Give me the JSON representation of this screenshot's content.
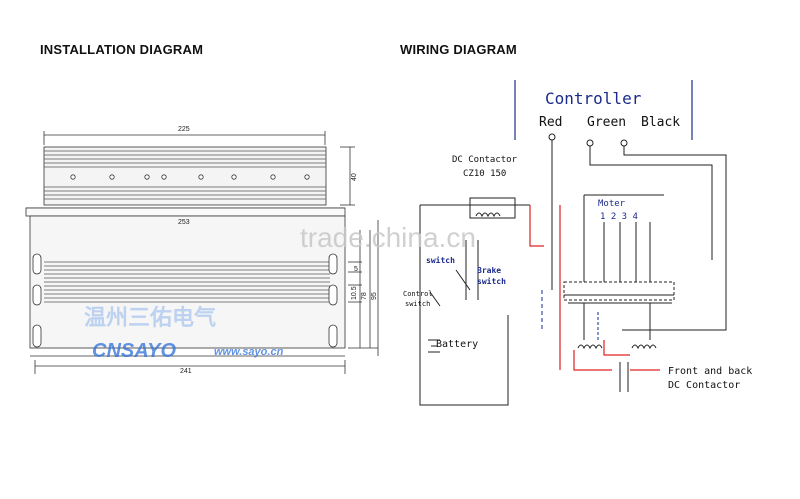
{
  "headers": {
    "installation": "INSTALLATION DIAGRAM",
    "wiring": "WIRING DIAGRAM"
  },
  "installation": {
    "dims": {
      "top_width": "225",
      "body_width": "253",
      "bottom_width": "241",
      "height_top": "40",
      "right_a": "5",
      "right_b": "10.5",
      "right_c": "78",
      "right_d": "95"
    },
    "brand": {
      "name_cn": "温州三佑电气",
      "name_en": "CNSAYO",
      "url": "www.sayo.cn"
    }
  },
  "wiring": {
    "controller": "Controller",
    "wire_red": "Red",
    "wire_green": "Green",
    "wire_black": "Black",
    "dc_contactor_line1": "DC Contactor",
    "dc_contactor_line2": "CZ10 150",
    "motor": "Moter",
    "motor_pins": "1 2 3 4",
    "switch": "switch",
    "brake_line1": "Brake",
    "brake_line2": "switch",
    "control_line1": "Control",
    "control_line2": "switch",
    "battery": "Battery",
    "front_back_line1": "Front and back",
    "front_back_line2": "DC Contactor"
  },
  "watermark": "trade.china.cn",
  "colors": {
    "wire_red": "#e02020",
    "wire_blue": "#1a2a8a",
    "brand_blue": "#2e6fd8"
  }
}
